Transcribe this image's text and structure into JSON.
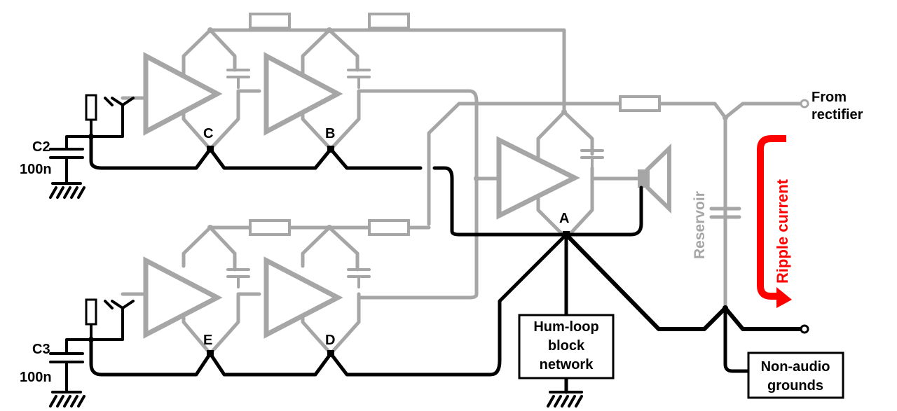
{
  "nodes": {
    "A": "A",
    "B": "B",
    "C": "C",
    "D": "D",
    "E": "E"
  },
  "capacitors": {
    "c2_name": "C2",
    "c2_value": "100n",
    "c3_name": "C3",
    "c3_value": "100n"
  },
  "labels": {
    "from_line1": "From",
    "from_line2": "rectifier",
    "reservoir": "Reservoir",
    "ripple": "Ripple current"
  },
  "boxes": {
    "hum_line1": "Hum-loop",
    "hum_line2": "block",
    "hum_line3": "network",
    "nonaudio_line1": "Non-audio",
    "nonaudio_line2": "grounds"
  },
  "colors": {
    "grey_wiring": "#a6a6a6",
    "ground_wiring": "#000000",
    "ripple_arrow": "#ff0000"
  }
}
